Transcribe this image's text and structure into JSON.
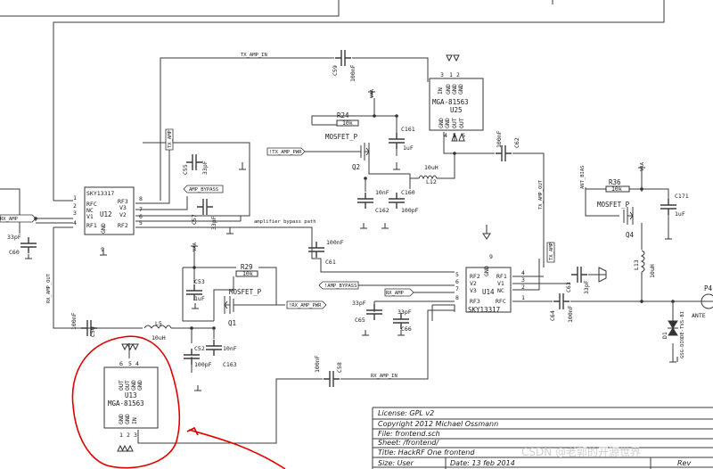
{
  "components": {
    "u12": {
      "ref": "U12",
      "part": "SKY13317",
      "pins": {
        "rfc": "RFC",
        "nc": "NC",
        "v1": "V1",
        "rf1": "RF1",
        "rf3": "RF3",
        "v3": "V3",
        "v2": "V2",
        "rf2": "RF2",
        "gnd": "GND"
      },
      "pin_nums": [
        "1",
        "2",
        "3",
        "4",
        "5",
        "6",
        "7",
        "8",
        "9"
      ]
    },
    "u14": {
      "ref": "U14",
      "part": "SKY13317",
      "pins": {
        "rf2": "RF2",
        "v2": "V2",
        "v3": "V3",
        "rf3": "RF3",
        "rf1": "RF1",
        "v1": "V1",
        "nc": "NC",
        "rfc": "RFC",
        "gnd": "GND"
      },
      "pin_nums": [
        "5",
        "6",
        "7",
        "8",
        "4",
        "3",
        "2",
        "1",
        "9"
      ]
    },
    "u25": {
      "ref": "U25",
      "part": "MGA-81563",
      "pins": {
        "in": "IN",
        "gnd1": "GND",
        "gnd2": "GND",
        "gnd3": "GND",
        "out1": "OUT",
        "out2": "OUT",
        "gnd4": "GND",
        "gnd5": "GND"
      },
      "pin_nums": [
        "3",
        "1",
        "2",
        "4",
        "5",
        "6"
      ]
    },
    "u13": {
      "ref": "U13",
      "part": "MGA-81563",
      "pins": {
        "out1": "OUT",
        "out2": "OUT",
        "gnd1": "GND",
        "gnd2": "GND",
        "gnd3": "GND",
        "gnd4": "GND",
        "in": "IN"
      },
      "pin_nums": [
        "6",
        "5",
        "4",
        "1",
        "2",
        "3"
      ]
    },
    "q1": {
      "ref": "Q1",
      "part": "MOSFET_P"
    },
    "q2": {
      "ref": "Q2",
      "part": "MOSFET_P"
    },
    "q4": {
      "ref": "Q4",
      "part": "MOSFET_P"
    },
    "r24": {
      "ref": "R24",
      "value": "10k"
    },
    "r29": {
      "ref": "R29",
      "value": "10k"
    },
    "r36": {
      "ref": "R36",
      "value": "10k"
    },
    "c161": {
      "ref": "C161",
      "value": "1uF"
    },
    "c160": {
      "ref": "C160",
      "value": "100pF"
    },
    "c162": {
      "ref": "C162",
      "value": "10nF"
    },
    "c171": {
      "ref": "C171",
      "value": "1uF"
    },
    "c53": {
      "ref": "C53",
      "value": "1uF"
    },
    "c52": {
      "ref": "C52",
      "value": "100pF"
    },
    "c163": {
      "ref": "C163",
      "value": "10nF"
    },
    "c55": {
      "ref": "C55",
      "value": "33pF"
    },
    "c57": {
      "ref": "C57",
      "value": "33pF"
    },
    "c59": {
      "ref": "C59",
      "value": "100nF"
    },
    "c62": {
      "ref": "C62",
      "value": "100nF"
    },
    "c61": {
      "ref": "C61",
      "value": "100nF"
    },
    "c60": {
      "ref": "C60",
      "value": "33pF"
    },
    "c50": {
      "ref": "C50",
      "value": "100nF"
    },
    "c58": {
      "ref": "C58",
      "value": "100nF"
    },
    "c63": {
      "ref": "C63",
      "value": "33pF"
    },
    "c64": {
      "ref": "C64",
      "value": "100nF"
    },
    "c65": {
      "ref": "C65",
      "value": "33pF"
    },
    "c66": {
      "ref": "C66",
      "value": "33pF"
    },
    "l12": {
      "ref": "L12",
      "value": "10uH"
    },
    "l13": {
      "ref": "L13",
      "value": "10uH"
    },
    "l5": {
      "ref": "L5",
      "value": "10uH"
    },
    "d1": {
      "ref": "D1",
      "value": "GSG-DIODE-TVS-BI"
    },
    "p4": {
      "ref": "P4",
      "value": "ANTE"
    }
  },
  "nets": {
    "tx_amp_in": "TX_AMP_IN",
    "tx_amp_out": "TX_AMP_OUT",
    "tx_amp_pwr": "!TX_AMP_PWR",
    "rx_amp_pwr": "!RX_AMP_PWR",
    "rx_amp_in": "RX_AMP_IN",
    "rx_amp_out": "RX_AMP_OUT",
    "amp_bypass": "AMP_BYPASS",
    "amp_bypass_bar": "!AMP_BYPASS",
    "tx_amp": "TX_AMP",
    "rx_amp": "RX_AMP",
    "ant_bias": "ANT_BIAS",
    "amplifier_bypass_path": "amplifier bypass path",
    "vaa": "VAA"
  },
  "title_block": {
    "license": "License: GPL v2",
    "copyright": "Copyright 2012 Michael Ossmann",
    "file": "File: frontend.sch",
    "sheet": "Sheet: /frontend/",
    "title": "Title: HackRF One frontend",
    "size": "Size: User",
    "date": "Date: 13 feb 2014",
    "rev": "Rev"
  },
  "watermark": "CSDN @老郭的开源世界",
  "colors": {
    "wire": "#3a3a3a",
    "highlight": "#e00000",
    "background": "#ffffff"
  }
}
